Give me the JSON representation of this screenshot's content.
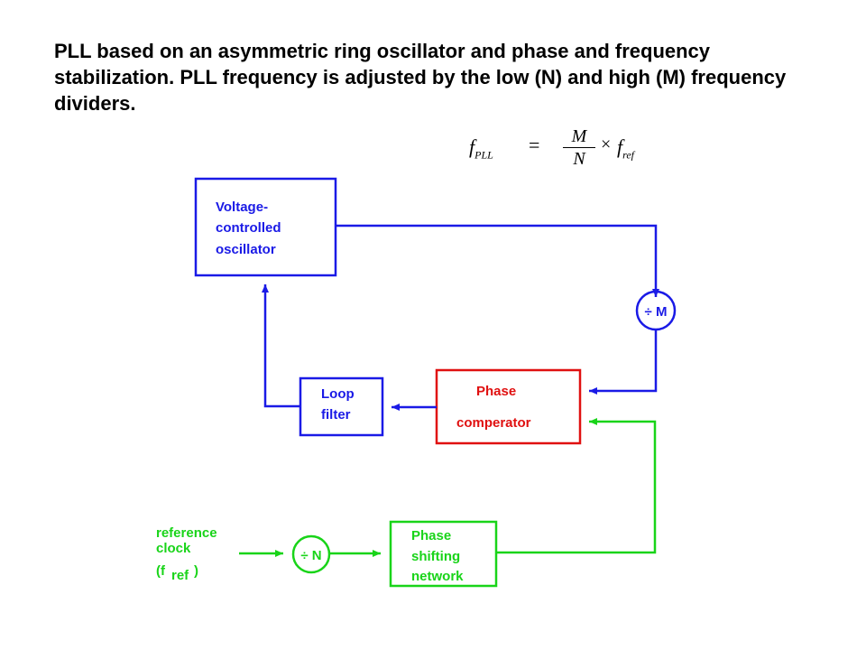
{
  "title": "PLL based on an asymmetric ring oscillator and phase and frequency stabilization.  PLL frequency is adjusted by the low (N) and high (M) frequency dividers.",
  "formula": {
    "lhs_main": "f",
    "lhs_sub": "PLL",
    "equals": "=",
    "numerator": "M",
    "denominator": "N",
    "times": "×",
    "rhs_main": "f",
    "rhs_sub": "ref"
  },
  "blocks": {
    "vco": [
      "Voltage-",
      "controlled",
      "oscillator"
    ],
    "divider_m": "÷ M",
    "phase_comparator": [
      "Phase",
      "comperator"
    ],
    "loop_filter": [
      "Loop",
      "filter"
    ],
    "phase_shifter": [
      "Phase",
      "shifting",
      "network"
    ],
    "divider_n": "÷ N",
    "reference": [
      "reference",
      "clock",
      "(f",
      "ref",
      ")"
    ]
  },
  "colors": {
    "blue": "#1a1ae6",
    "red": "#e01010",
    "green": "#19d419",
    "text": "#000000"
  }
}
